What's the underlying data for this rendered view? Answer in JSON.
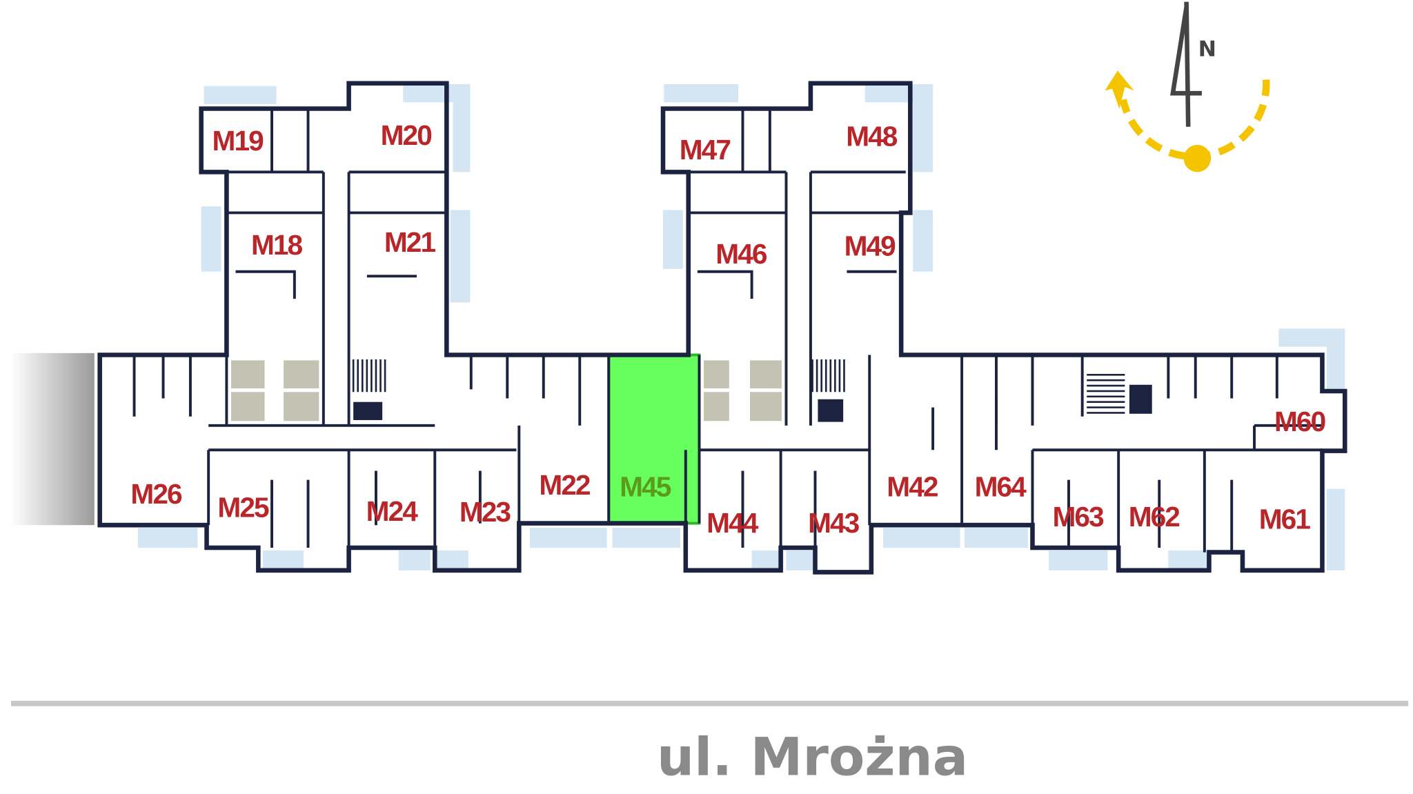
{
  "street_name": "ul. Mrożna",
  "compass": {
    "north_label": "N",
    "icons": [
      "north-arrow-icon",
      "sun-path-icon"
    ]
  },
  "selected_unit": "M45",
  "colors": {
    "wall": "#1b2340",
    "label": "#b8262a",
    "selected_fill": "#66ff5e",
    "selected_label": "#5a9a1c",
    "balcony": "#d4e5f3",
    "sun": "#f5c400",
    "street": "#8a8a8a"
  },
  "units": [
    "M19",
    "M20",
    "M18",
    "M21",
    "M26",
    "M25",
    "M24",
    "M23",
    "M22",
    "M45",
    "M47",
    "M48",
    "M46",
    "M49",
    "M44",
    "M43",
    "M42",
    "M64",
    "M63",
    "M62",
    "M61",
    "M60"
  ]
}
